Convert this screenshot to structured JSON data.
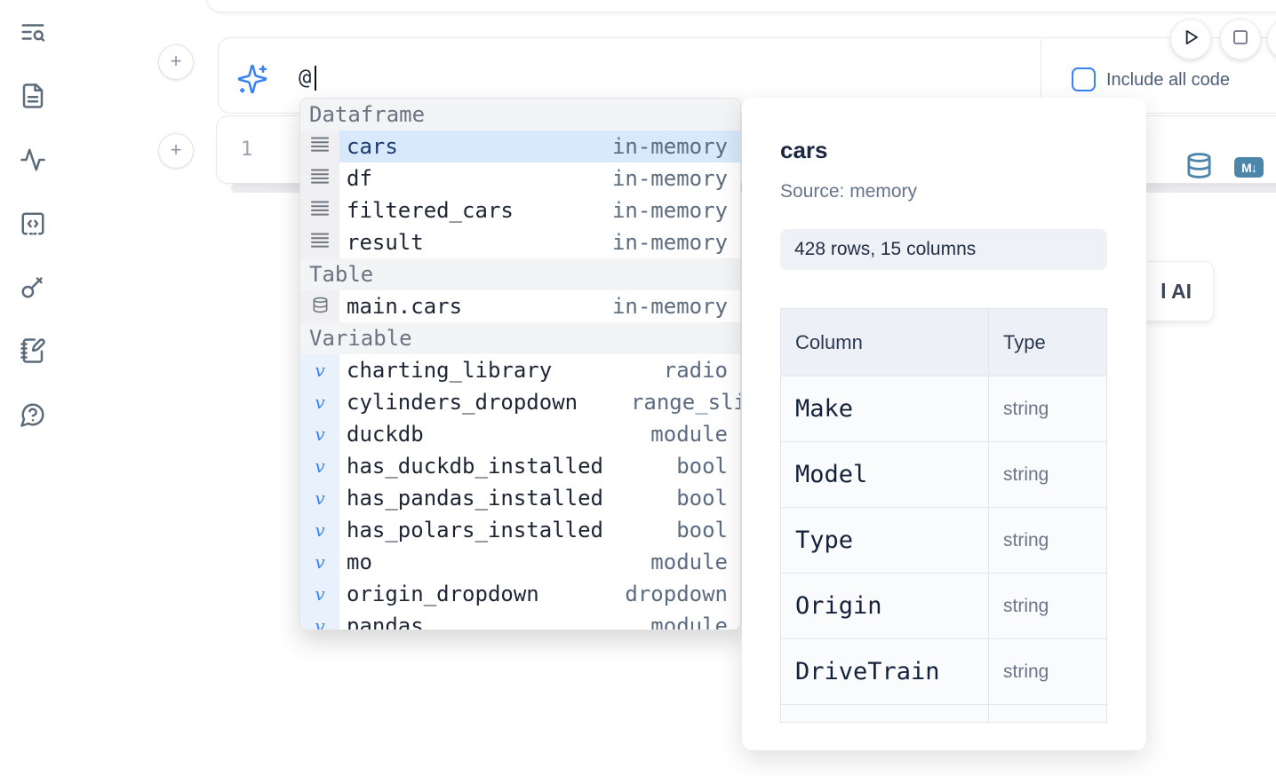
{
  "icons": {
    "variable_glyph": "v",
    "plus_glyph": "+",
    "markdown_badge": "M↓"
  },
  "prompt": {
    "value": "@"
  },
  "controls": {
    "include_all_code_label": "Include all code",
    "include_all_code_checked": false
  },
  "editor": {
    "line_number": "1"
  },
  "autocomplete": {
    "sections": [
      {
        "label": "Dataframe",
        "items": [
          {
            "name": "cars",
            "type": "in-memory",
            "selected": true
          },
          {
            "name": "df",
            "type": "in-memory"
          },
          {
            "name": "filtered_cars",
            "type": "in-memory"
          },
          {
            "name": "result",
            "type": "in-memory"
          }
        ]
      },
      {
        "label": "Table",
        "items": [
          {
            "name": "main.cars",
            "type": "in-memory"
          }
        ]
      },
      {
        "label": "Variable",
        "items": [
          {
            "name": "charting_library",
            "type": "radio"
          },
          {
            "name": "cylinders_dropdown",
            "type": "range_sli"
          },
          {
            "name": "duckdb",
            "type": "module"
          },
          {
            "name": "has_duckdb_installed",
            "type": "bool"
          },
          {
            "name": "has_pandas_installed",
            "type": "bool"
          },
          {
            "name": "has_polars_installed",
            "type": "bool"
          },
          {
            "name": "mo",
            "type": "module"
          },
          {
            "name": "origin_dropdown",
            "type": "dropdown"
          },
          {
            "name": "pandas",
            "type": "module"
          }
        ]
      }
    ]
  },
  "preview": {
    "title": "cars",
    "source": "Source: memory",
    "shape": "428 rows, 15 columns",
    "table": {
      "headers": [
        "Column",
        "Type"
      ],
      "rows": [
        [
          "Make",
          "string"
        ],
        [
          "Model",
          "string"
        ],
        [
          "Type",
          "string"
        ],
        [
          "Origin",
          "string"
        ],
        [
          "DriveTrain",
          "string"
        ],
        [
          "",
          ""
        ]
      ]
    }
  },
  "ai_button": {
    "label": "l AI"
  },
  "colors": {
    "accent": "#3b82f6",
    "steel_blue": "#4e86ab",
    "selection": "#d7e9fb"
  }
}
